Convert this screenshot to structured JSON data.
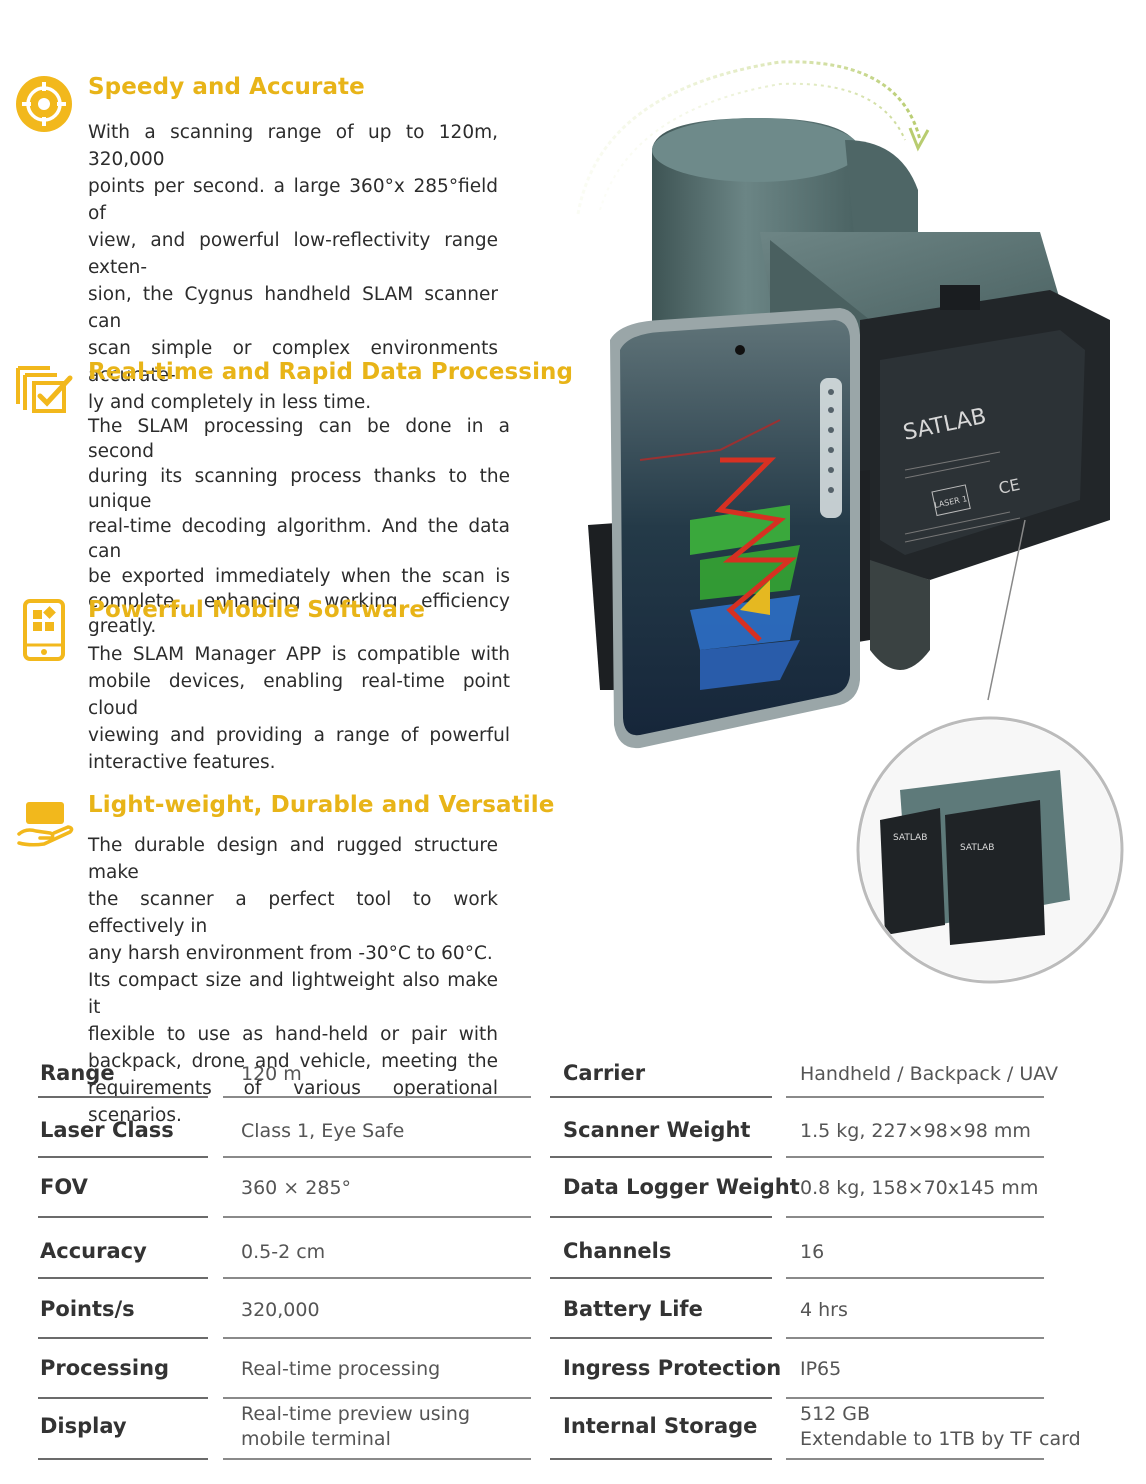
{
  "features": [
    {
      "title": "Speedy and Accurate",
      "icon": "target-icon",
      "lines": [
        "With a scanning range of up to 120m, 320,000",
        "points per second. a large 360°x 285°field of",
        "view, and powerful low-reflectivity range exten-",
        "sion, the Cygnus handheld SLAM scanner can",
        "scan simple or complex environments accurate-",
        "ly and completely in less time."
      ]
    },
    {
      "title": "Real-time and Rapid Data Processing",
      "icon": "layered-check-icon",
      "lines": [
        "The SLAM processing can be done in a second",
        "during its scanning process thanks to the unique",
        "real-time decoding algorithm.  And the data can",
        "be exported immediately when the scan is",
        "complete, enhancing working efficiency greatly."
      ]
    },
    {
      "title": "Powerful Mobile Software",
      "icon": "mobile-app-icon",
      "lines": [
        "The SLAM Manager APP is compatible with",
        "mobile devices, enabling real-time point cloud",
        "viewing and providing a range of powerful",
        "interactive features."
      ]
    },
    {
      "title": "Light-weight, Durable and Versatile",
      "icon": "hand-holding-icon",
      "lines": [
        "The durable design and rugged structure make",
        "the scanner a perfect tool to work effectively in",
        "any harsh environment from -30°C to 60°C.",
        "Its compact size and lightweight also make it",
        "flexible to use as hand-held or pair with",
        "backpack, drone and vehicle, meeting the",
        "requirements of various operational scenarios."
      ]
    }
  ],
  "product": {
    "brand": "SATLAB",
    "laser_badge": "LASER 1",
    "ce_mark": "CE"
  },
  "specs": {
    "left": [
      {
        "label": "Range",
        "value": "120 m"
      },
      {
        "label": "Laser Class",
        "value": "Class 1, Eye Safe"
      },
      {
        "label": "FOV",
        "value": "360 × 285°"
      },
      {
        "label": "Accuracy",
        "value": "0.5-2 cm"
      },
      {
        "label": "Points/s",
        "value": "320,000"
      },
      {
        "label": "Processing",
        "value": "Real-time processing"
      },
      {
        "label": "Display",
        "value": "Real-time preview using",
        "value2": "mobile terminal"
      }
    ],
    "right": [
      {
        "label": "Carrier",
        "value": "Handheld / Backpack / UAV"
      },
      {
        "label": "Scanner Weight",
        "value": "1.5 kg, 227×98×98 mm"
      },
      {
        "label": "Data Logger Weight",
        "value": "0.8 kg, 158×70x145 mm"
      },
      {
        "label": "Channels",
        "value": "16"
      },
      {
        "label": "Battery Life",
        "value": "4 hrs"
      },
      {
        "label": "Ingress Protection",
        "value": "IP65"
      },
      {
        "label": "Internal Storage",
        "value": "512 GB",
        "value2": "Extendable to 1TB by TF card"
      }
    ]
  }
}
